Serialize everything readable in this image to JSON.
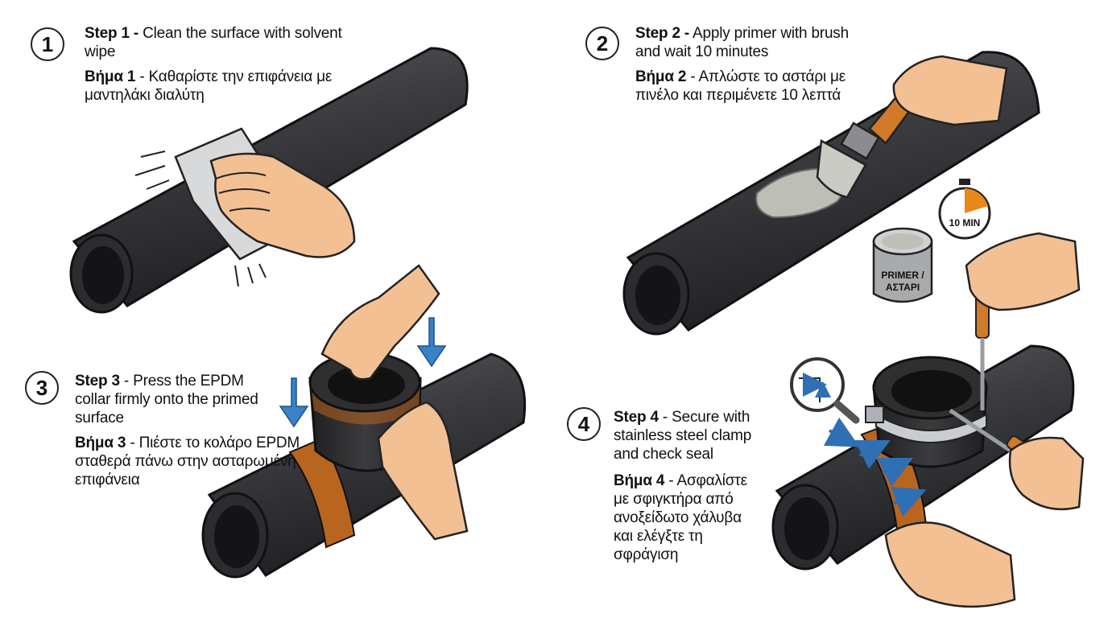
{
  "steps": [
    {
      "number": "1",
      "en_bold": "Step 1 -",
      "en_text": " Clean the surface with solvent wipe",
      "gr_bold": "Βήμα 1",
      "gr_text": " - Καθαρίστε την επιφάνεια με μαντηλάκι διαλύτη"
    },
    {
      "number": "2",
      "en_bold": "Step 2 -",
      "en_text": " Apply primer with brush and wait 10 minutes",
      "gr_bold": "Βήμα 2",
      "gr_text": " - Απλώστε το αστάρι με πινέλο και περιμένετε 10 λεπτά"
    },
    {
      "number": "3",
      "en_bold": "Step 3",
      "en_text": " - Press the EPDM collar firmly onto the primed surface",
      "gr_bold": "Βήμα 3",
      "gr_text": " - Πιέστε το κολάρο EPDM σταθερά πάνω στην ασταρωμένη επιφάνεια"
    },
    {
      "number": "4",
      "en_bold": "Step 4",
      "en_text": " - Secure with stainless steel clamp and check seal",
      "gr_bold": "Βήμα 4",
      "gr_text": " - Ασφαλίστε με σφιγκτήρα από ανοξείδωτο χάλυβα και ελέγξτε τη σφράγιση"
    }
  ],
  "timer_label": "10 MIN",
  "primer_can_label_line1": "PRIMER /",
  "primer_can_label_line2": "ΑΣΤΑΡΙ",
  "colors": {
    "pipe": "#3a3b3f",
    "collar": "#2a2a2c",
    "primer_band": "#b8651f",
    "skin": "#f3c093",
    "arrow_blue": "#3a82c8",
    "timer_orange": "#e8881a"
  }
}
